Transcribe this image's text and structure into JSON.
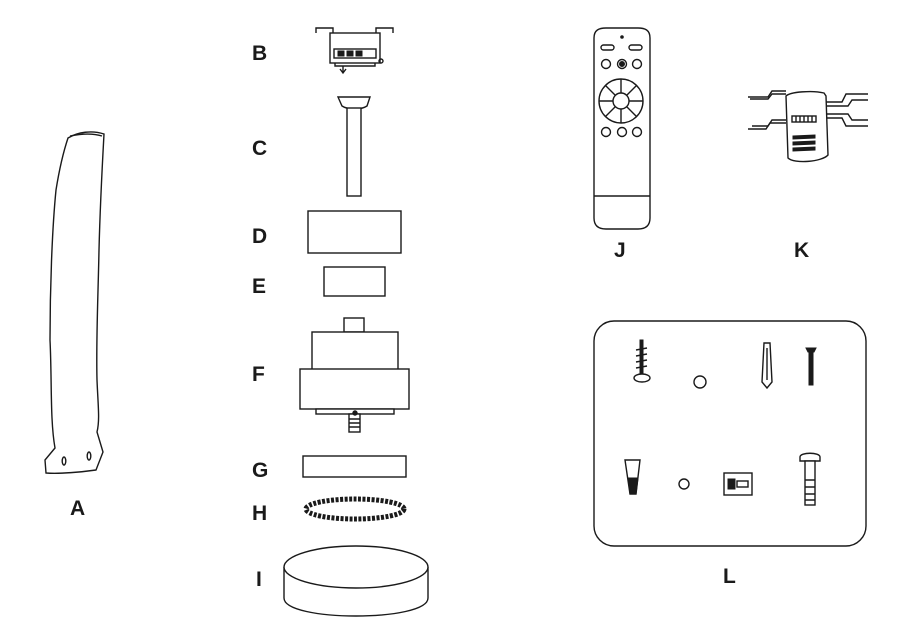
{
  "parts": [
    {
      "key": "blade",
      "label": "A"
    },
    {
      "key": "mounting-bracket",
      "label": "B"
    },
    {
      "key": "downrod",
      "label": "C"
    },
    {
      "key": "canopy-upper",
      "label": "D"
    },
    {
      "key": "canopy-lower",
      "label": "E"
    },
    {
      "key": "motor",
      "label": "F"
    },
    {
      "key": "switch-housing",
      "label": "G"
    },
    {
      "key": "ring",
      "label": "H"
    },
    {
      "key": "light-shade",
      "label": "I"
    },
    {
      "key": "remote-control",
      "label": "J"
    },
    {
      "key": "receiver",
      "label": "K"
    },
    {
      "key": "hardware-kit",
      "label": "L"
    }
  ],
  "colors": {
    "line": "#1a1a1a",
    "background": "#ffffff"
  }
}
